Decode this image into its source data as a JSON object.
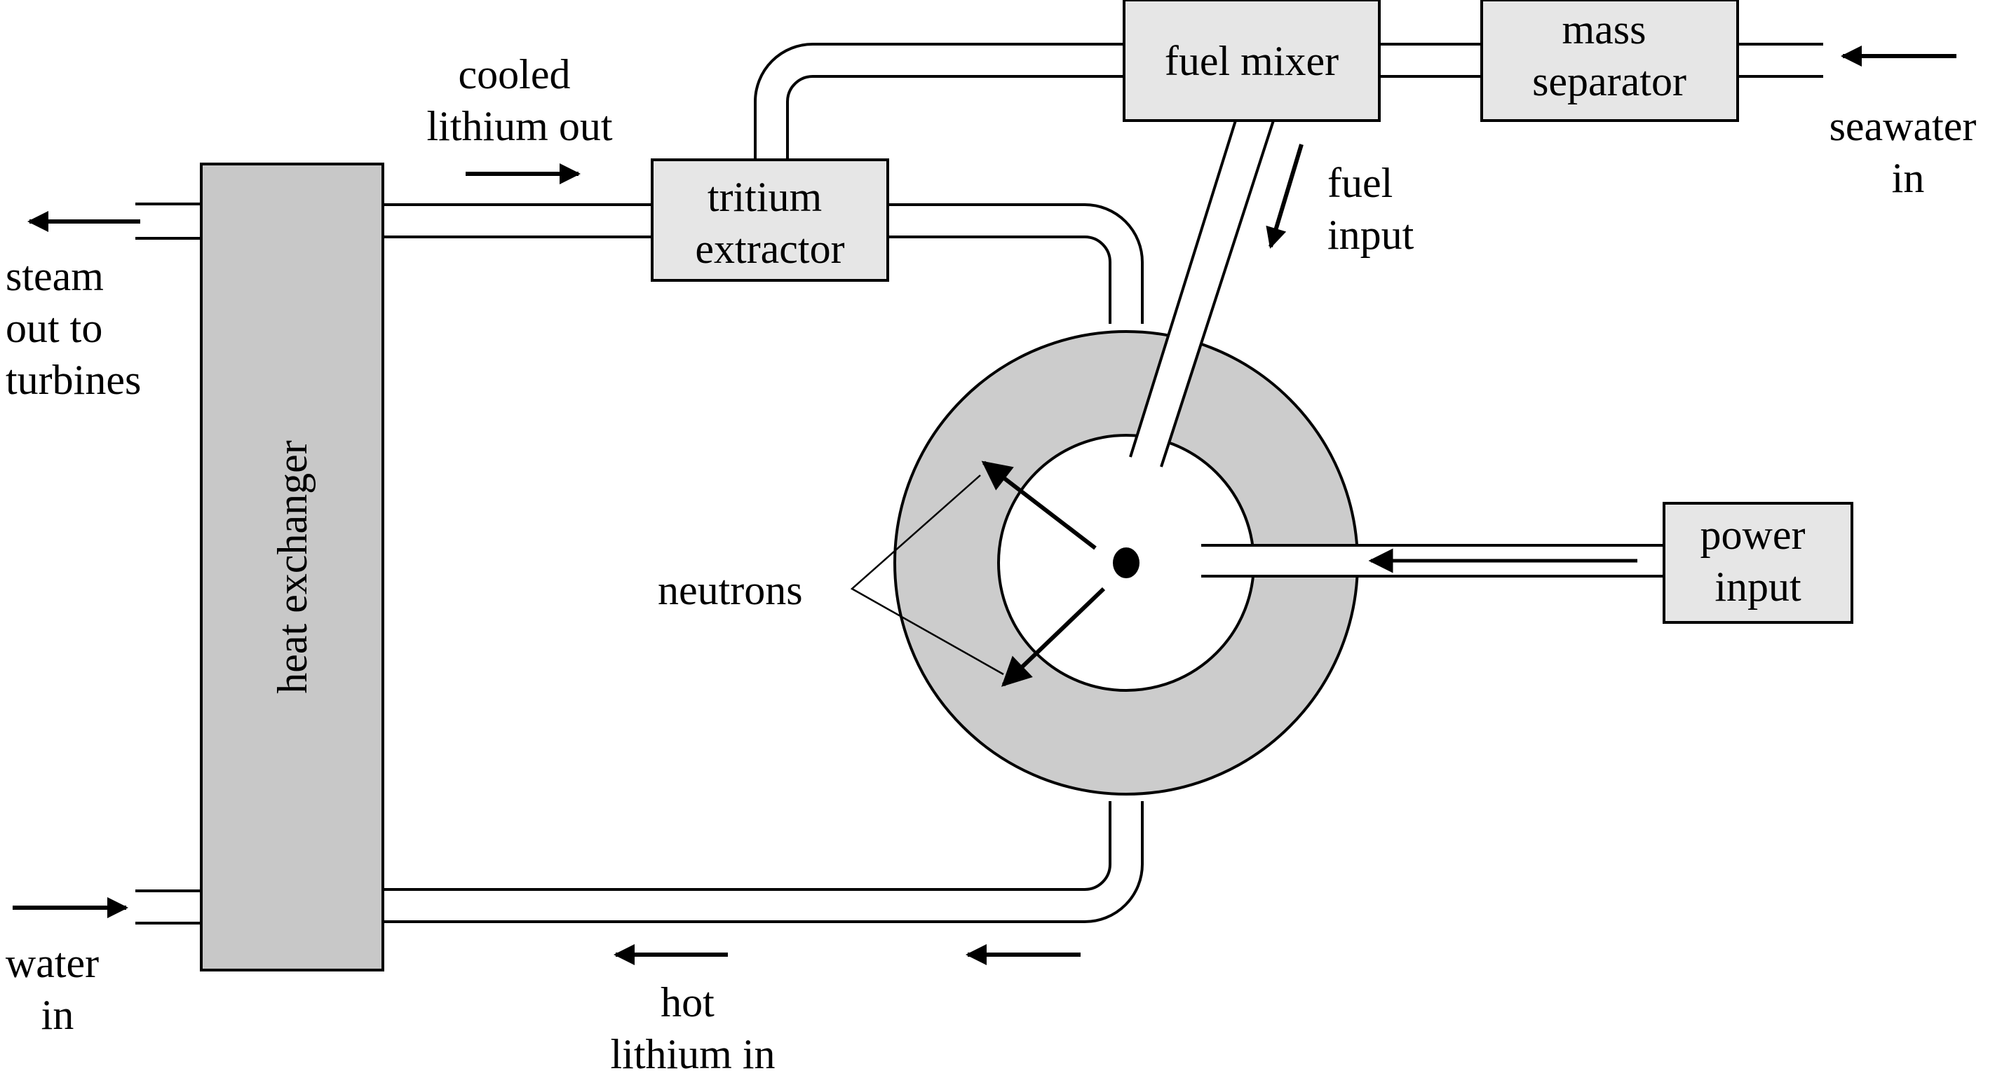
{
  "colors": {
    "stroke": "#000000",
    "component_fill": "#e6e6e6",
    "heat_exchanger_fill": "#c8c8c8",
    "blanket_fill": "#cccccc",
    "core_fill": "#ffffff"
  },
  "components": {
    "heat_exchanger": "heat exchanger",
    "tritium_extractor": [
      "tritium",
      "extractor"
    ],
    "fuel_mixer": "fuel mixer",
    "mass_separator": [
      "mass",
      "separator"
    ],
    "power_input": [
      "power",
      "input"
    ]
  },
  "labels": {
    "cooled_lithium_out": [
      "cooled",
      "lithium out"
    ],
    "steam_out": [
      "steam",
      "out to",
      "turbines"
    ],
    "water_in": [
      "water",
      "in"
    ],
    "hot_lithium_in": [
      "hot",
      "lithium in"
    ],
    "fuel_input": [
      "fuel",
      "input"
    ],
    "seawater_in": [
      "seawater",
      "in"
    ],
    "neutrons": "neutrons"
  }
}
